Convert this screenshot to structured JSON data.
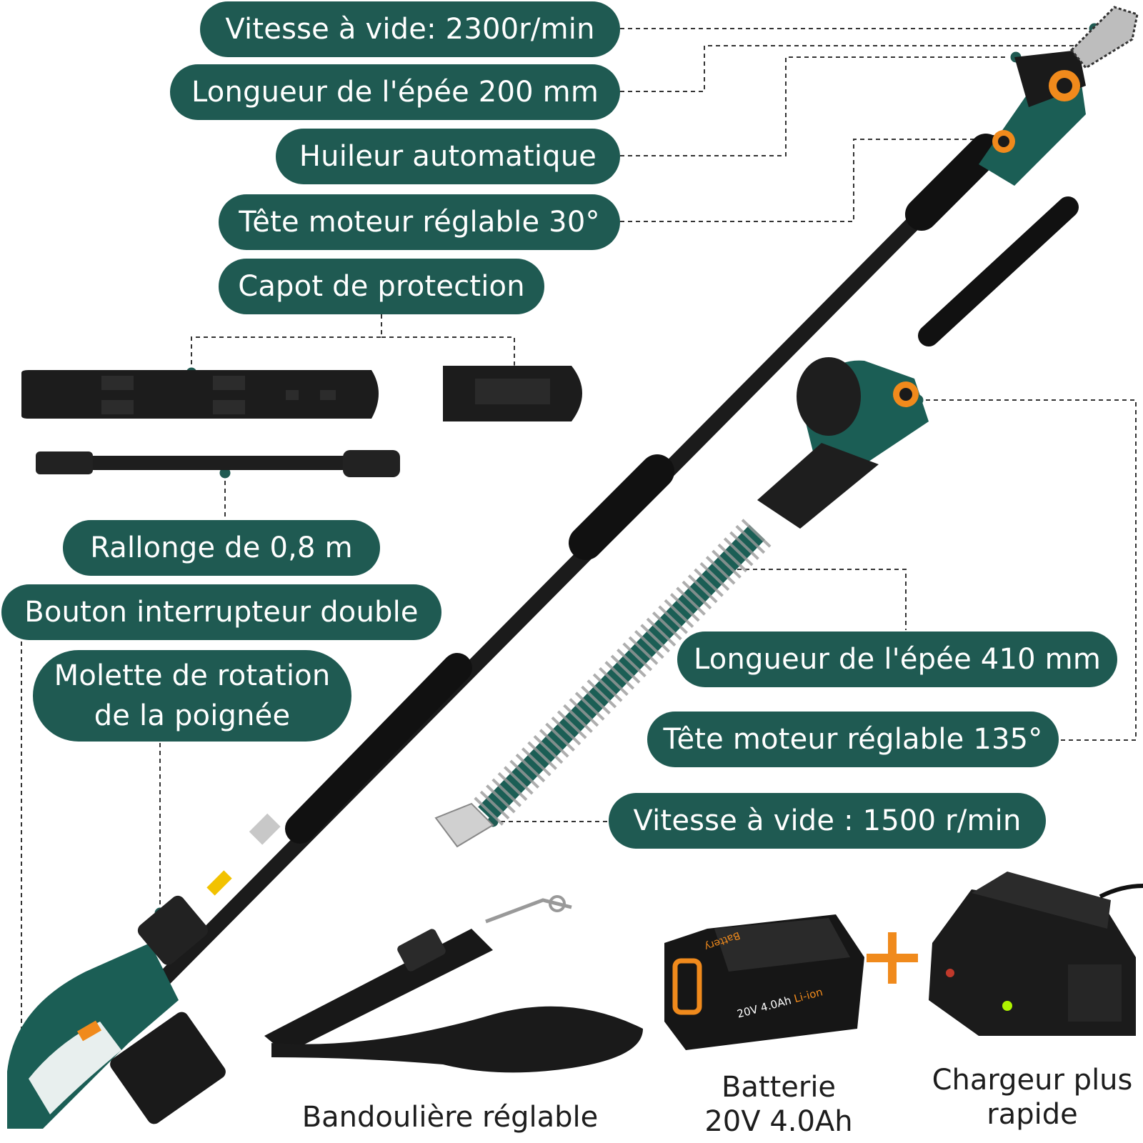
{
  "colors": {
    "pill_bg": "#1f5a52",
    "pill_text": "#ffffff",
    "accent_orange": "#f08a1c",
    "tool_green": "#1b5e55",
    "tool_black": "#1a1a1a"
  },
  "labels": {
    "chainsaw_speed": "Vitesse à vide: 2300r/min",
    "chainsaw_bar_length": "Longueur de l'épée 200 mm",
    "auto_oiler": "Huileur automatique",
    "head_30": "Tête moteur réglable 30°",
    "protective_cover": "Capot de protection",
    "extension": "Rallonge de 0,8 m",
    "dual_switch": "Bouton interrupteur double",
    "rotation_knob_line1": "Molette de rotation",
    "rotation_knob_line2": "de la poignée",
    "hedge_blade_length": "Longueur de l'épée 410 mm",
    "head_135": "Tête moteur réglable 135°",
    "hedge_speed": "Vitesse à vide : 1500 r/min"
  },
  "accessories": {
    "strap": "Bandoulière réglable",
    "battery_line1": "Batterie",
    "battery_line2": "20V 4.0Ah",
    "charger_line1": "Chargeur plus",
    "charger_line2": "rapide",
    "plus_sign": "+"
  },
  "product_markings": {
    "battery_label": "20V 4.0Ah",
    "battery_chem": "Li-ion",
    "battery_word": "Battery"
  }
}
